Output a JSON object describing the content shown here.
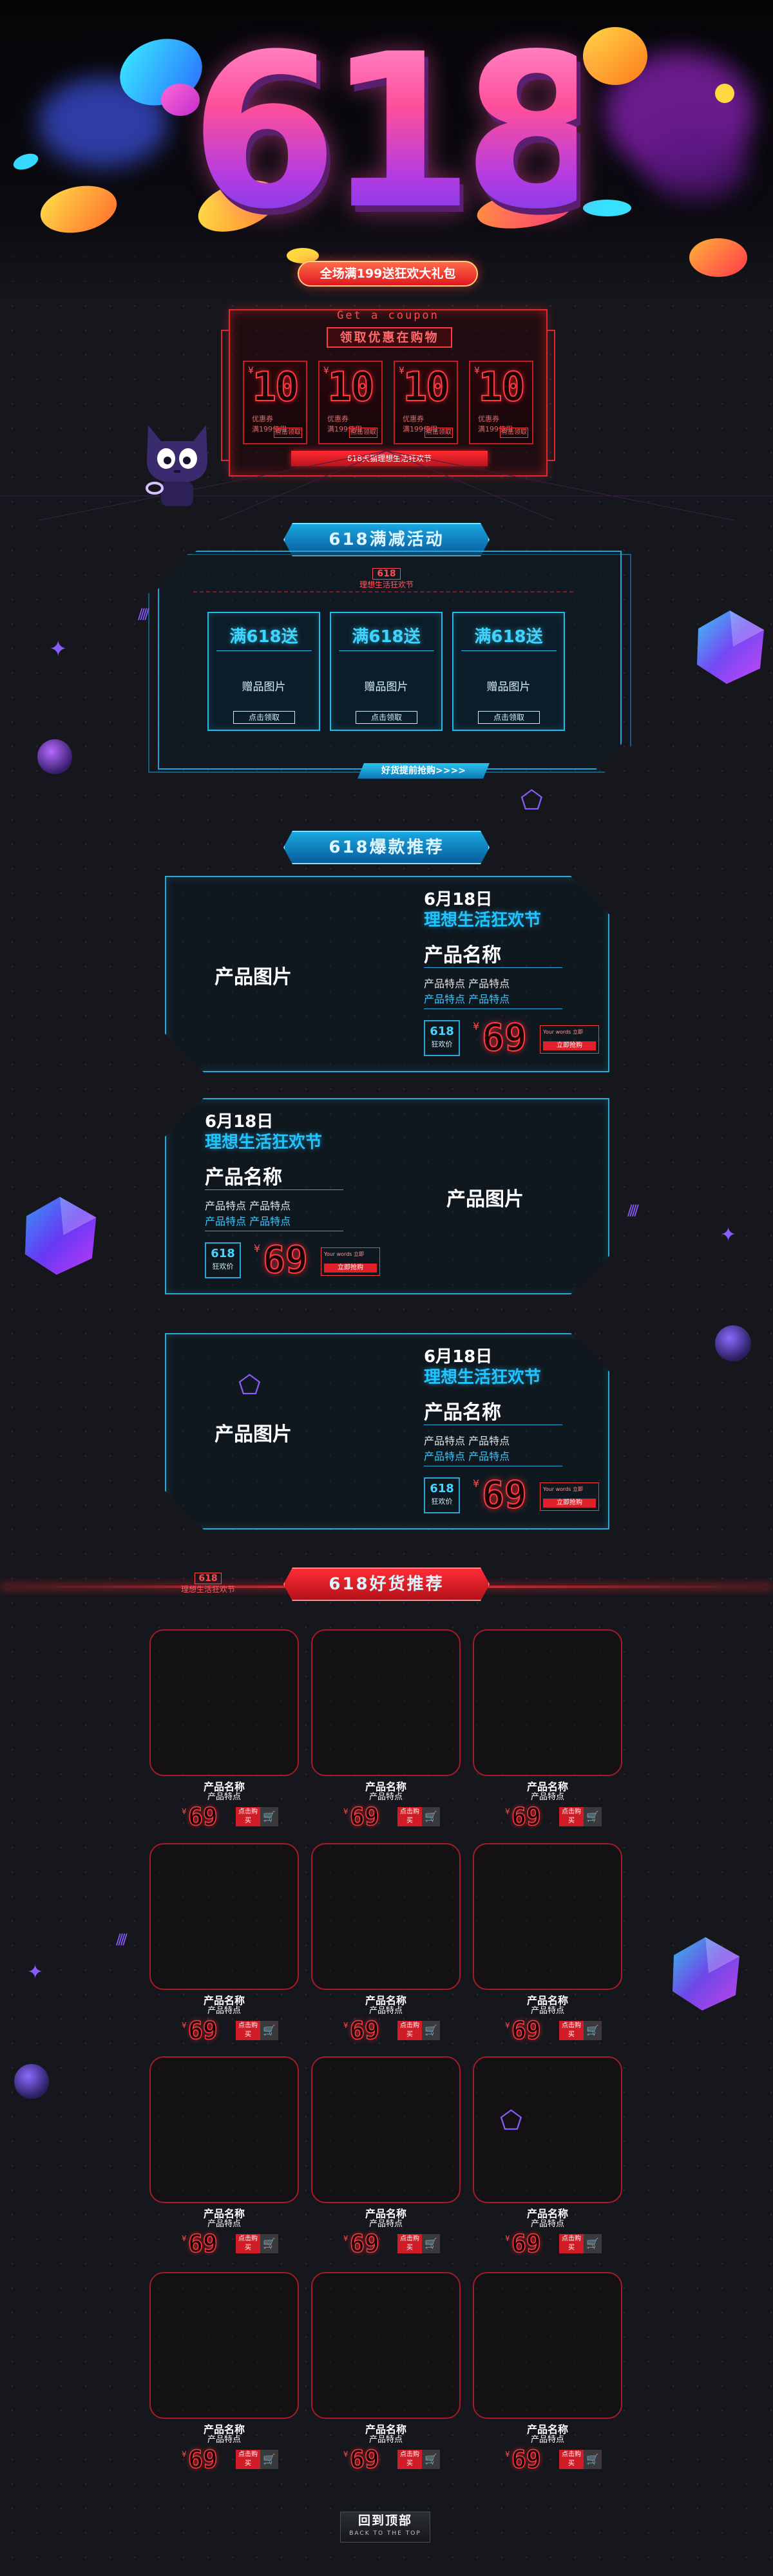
{
  "hero": {
    "title": "618",
    "pill": "全场满199送狂欢大礼包"
  },
  "coupons": {
    "get_label": "Get a coupon",
    "title": "领取优惠在购物",
    "items": [
      {
        "currency": "¥",
        "value": "10",
        "cond1": "优惠券",
        "cond2": "满199使用",
        "btn": "点击领取"
      },
      {
        "currency": "¥",
        "value": "10",
        "cond1": "优惠券",
        "cond2": "满199使用",
        "btn": "点击领取"
      },
      {
        "currency": "¥",
        "value": "10",
        "cond1": "优惠券",
        "cond2": "满199使用",
        "btn": "点击领取"
      },
      {
        "currency": "¥",
        "value": "10",
        "cond1": "优惠券",
        "cond2": "满199使用",
        "btn": "点击领取"
      }
    ],
    "footer": "618天猫理想生活狂欢节"
  },
  "promo": {
    "header": "618满减活动",
    "mini_top": "618",
    "mini_bottom": "理想生活狂欢节",
    "cards": [
      {
        "title": "满618送",
        "image": "赠品图片",
        "btn": "点击领取"
      },
      {
        "title": "满618送",
        "image": "赠品图片",
        "btn": "点击领取"
      },
      {
        "title": "满618送",
        "image": "赠品图片",
        "btn": "点击领取"
      }
    ],
    "footer": "好货提前抢购>>>>"
  },
  "hot": {
    "header": "618爆款推荐",
    "items": [
      {
        "image": "产品图片",
        "date": "6月18日",
        "slogan": "理想生活狂欢节",
        "name": "产品名称",
        "f1": "产品特点 产品特点",
        "f2": "产品特点 产品特点",
        "badge1": "618",
        "badge2": "狂欢价",
        "currency": "¥",
        "price": "69",
        "tag1": "Your words  立即",
        "tag2": "立即抢购"
      },
      {
        "image": "产品图片",
        "date": "6月18日",
        "slogan": "理想生活狂欢节",
        "name": "产品名称",
        "f1": "产品特点 产品特点",
        "f2": "产品特点 产品特点",
        "badge1": "618",
        "badge2": "狂欢价",
        "currency": "¥",
        "price": "69",
        "tag1": "Your words  立即",
        "tag2": "立即抢购"
      },
      {
        "image": "产品图片",
        "date": "6月18日",
        "slogan": "理想生活狂欢节",
        "name": "产品名称",
        "f1": "产品特点 产品特点",
        "f2": "产品特点 产品特点",
        "badge1": "618",
        "badge2": "狂欢价",
        "currency": "¥",
        "price": "69",
        "tag1": "Your words  立即",
        "tag2": "立即抢购"
      }
    ]
  },
  "goods": {
    "header": "618好货推荐",
    "mini_top": "618",
    "mini_bottom": "理想生活狂欢节",
    "item": {
      "name": "产品名称",
      "feature": "产品特点",
      "currency": "¥",
      "price": "69",
      "btn": "点击购买",
      "cart": "cart-icon"
    }
  },
  "back_to_top": {
    "label": "回到顶部",
    "sub": "BACK TO THE TOP"
  },
  "colors": {
    "accent_red": "#ff3b42",
    "accent_blue": "#23b9e8",
    "bg": "#15171c"
  }
}
